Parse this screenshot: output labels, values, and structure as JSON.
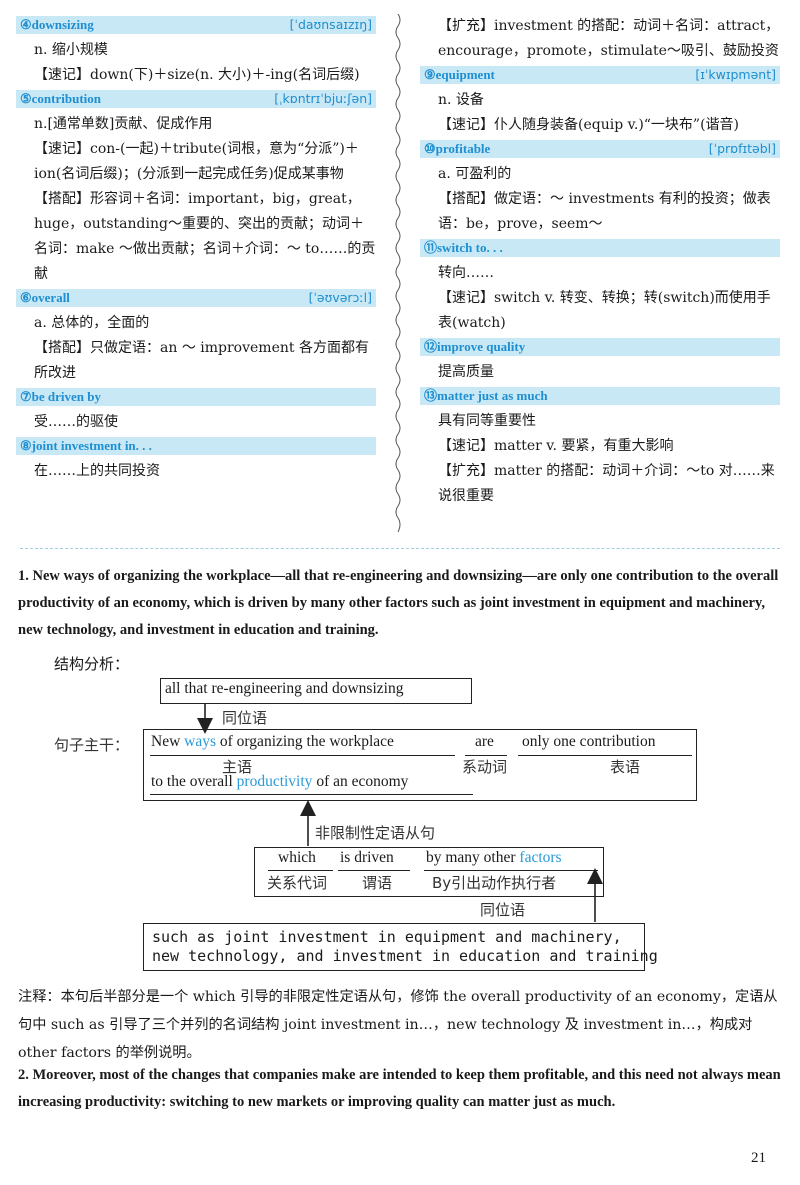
{
  "left": {
    "e4": {
      "word": "④downsizing",
      "ipa": "[ˈdaʊnsaɪzɪŋ]",
      "l1": "n. 缩小规模",
      "l2": "【速记】down(下)＋size(n. 大小)＋-ing(名词后缀)"
    },
    "e5": {
      "word": "⑤contribution",
      "ipa": "[ˌkɒntrɪˈbjuːʃən]",
      "l1": "n.[通常单数]贡献、促成作用",
      "l2": "【速记】con-(一起)＋tribute(词根，意为“分派”)＋ion(名词后缀)；(分派到一起完成任务)促成某事物",
      "l3": "【搭配】形容词＋名词：important，big，great，huge，outstanding～重要的、突出的贡献；动词＋名词：make ～做出贡献；名词＋介词：～ to……的贡献"
    },
    "e6": {
      "word": "⑥overall",
      "ipa": "[ˈəʊvərɔːl]",
      "l1": "a. 总体的，全面的",
      "l2": "【搭配】只做定语：an ～ improvement 各方面都有所改进"
    },
    "e7": {
      "word": "⑦be driven by",
      "l1": "受……的驱使"
    },
    "e8": {
      "word": "⑧joint investment in. . .",
      "l1": "在……上的共同投资"
    }
  },
  "right": {
    "top": "【扩充】investment 的搭配：动词＋名词：attract，encourage，promote，stimulate～吸引、鼓励投资",
    "e9": {
      "word": "⑨equipment",
      "ipa": "[ɪˈkwɪpmənt]",
      "l1": "n. 设备",
      "l2": "【速记】仆人随身装备(equip v.)“一块布”(谐音)"
    },
    "e10": {
      "word": "⑩profitable",
      "ipa": "[ˈprɒfɪtəbl]",
      "l1": "a. 可盈利的",
      "l2": "【搭配】做定语：～ investments 有利的投资；做表语：be，prove，seem～"
    },
    "e11": {
      "word": "⑪switch to. . .",
      "l1": "转向……",
      "l2": "【速记】switch v. 转变、转换；转(switch)而使用手表(watch)"
    },
    "e12": {
      "word": "⑫improve quality",
      "l1": "提高质量"
    },
    "e13": {
      "word": "⑬matter just as much",
      "l1": "具有同等重要性",
      "l2": "【速记】matter v. 要紧，有重大影响",
      "l3": "【扩充】matter 的搭配：动词＋介词：～to 对……来说很重要"
    }
  },
  "sentence1": "1. New ways of organizing the workplace—all that re-engineering and downsizing—are only one contribution to the overall productivity of an economy, which is driven by many other factors such as joint investment in equipment and machinery, new technology, and investment in education and training.",
  "analysis_label": "结构分析：",
  "diagram": {
    "appos_box": "all that re-engineering and downsizing",
    "appos_label": "同位语",
    "main_label": "句子主干：",
    "subj_pre": "New ",
    "subj_blue": "ways",
    "subj_post": " of organizing the workplace",
    "verb": "are",
    "pred": "only one contribution",
    "subj_cn": "主语",
    "verb_cn": "系动词",
    "pred_cn": "表语",
    "line2_pre": "to the overall ",
    "line2_blue": "productivity",
    "line2_post": " of an economy",
    "clause_label": "非限制性定语从句",
    "rel": "which",
    "rel_verb": "is driven",
    "by_pre": "by many other ",
    "by_blue": "factors",
    "rel_cn": "关系代词",
    "relv_cn": "谓语",
    "by_cn": "By引出动作执行者",
    "appos2_label": "同位语",
    "ex1": "such as joint investment in equipment and machinery,",
    "ex2": "new technology, and investment in education and training"
  },
  "note": "注释：本句后半部分是一个 which 引导的非限定性定语从句，修饰 the overall productivity of an economy，定语从句中 such as 引导了三个并列的名词结构 joint investment in…，new technology 及 investment in…，构成对 other factors 的举例说明。",
  "sentence2": "2. Moreover, most of the changes that companies make are intended to keep them profitable, and this need not always mean increasing productivity: switching to new markets or improving quality can matter just as much.",
  "page_number": "21"
}
